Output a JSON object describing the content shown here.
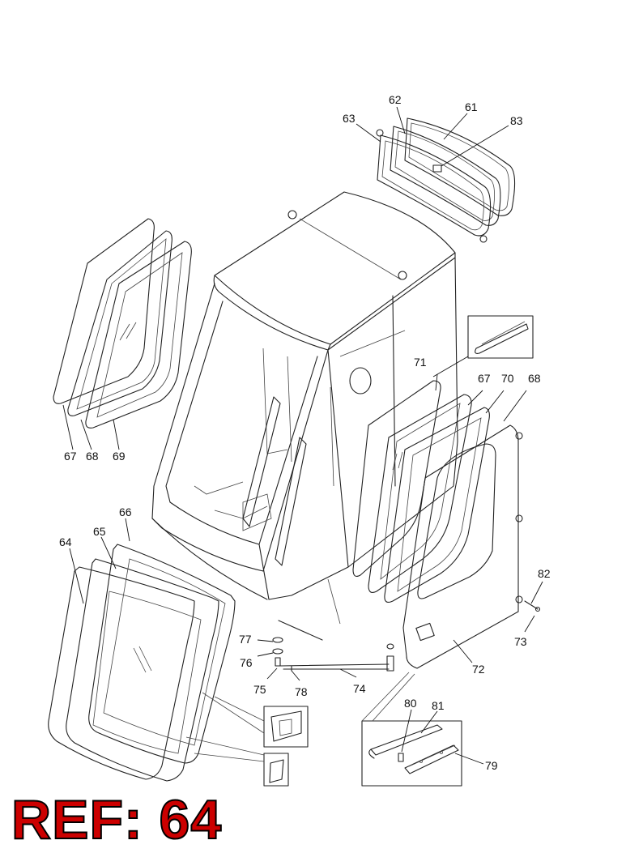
{
  "title": "REF: 64",
  "callouts": [
    {
      "id": "c61",
      "label": "61"
    },
    {
      "id": "c62",
      "label": "62"
    },
    {
      "id": "c63",
      "label": "63"
    },
    {
      "id": "c83",
      "label": "83"
    },
    {
      "id": "c71",
      "label": "71"
    },
    {
      "id": "c67b",
      "label": "67"
    },
    {
      "id": "c70",
      "label": "70"
    },
    {
      "id": "c68b",
      "label": "68"
    },
    {
      "id": "c67a",
      "label": "67"
    },
    {
      "id": "c68a",
      "label": "68"
    },
    {
      "id": "c69",
      "label": "69"
    },
    {
      "id": "c66",
      "label": "66"
    },
    {
      "id": "c65",
      "label": "65"
    },
    {
      "id": "c64",
      "label": "64"
    },
    {
      "id": "c82",
      "label": "82"
    },
    {
      "id": "c73",
      "label": "73"
    },
    {
      "id": "c77",
      "label": "77"
    },
    {
      "id": "c76",
      "label": "76"
    },
    {
      "id": "c75",
      "label": "75"
    },
    {
      "id": "c78",
      "label": "78"
    },
    {
      "id": "c74",
      "label": "74"
    },
    {
      "id": "c72",
      "label": "72"
    },
    {
      "id": "c80",
      "label": "80"
    },
    {
      "id": "c81",
      "label": "81"
    },
    {
      "id": "c79",
      "label": "79"
    }
  ]
}
